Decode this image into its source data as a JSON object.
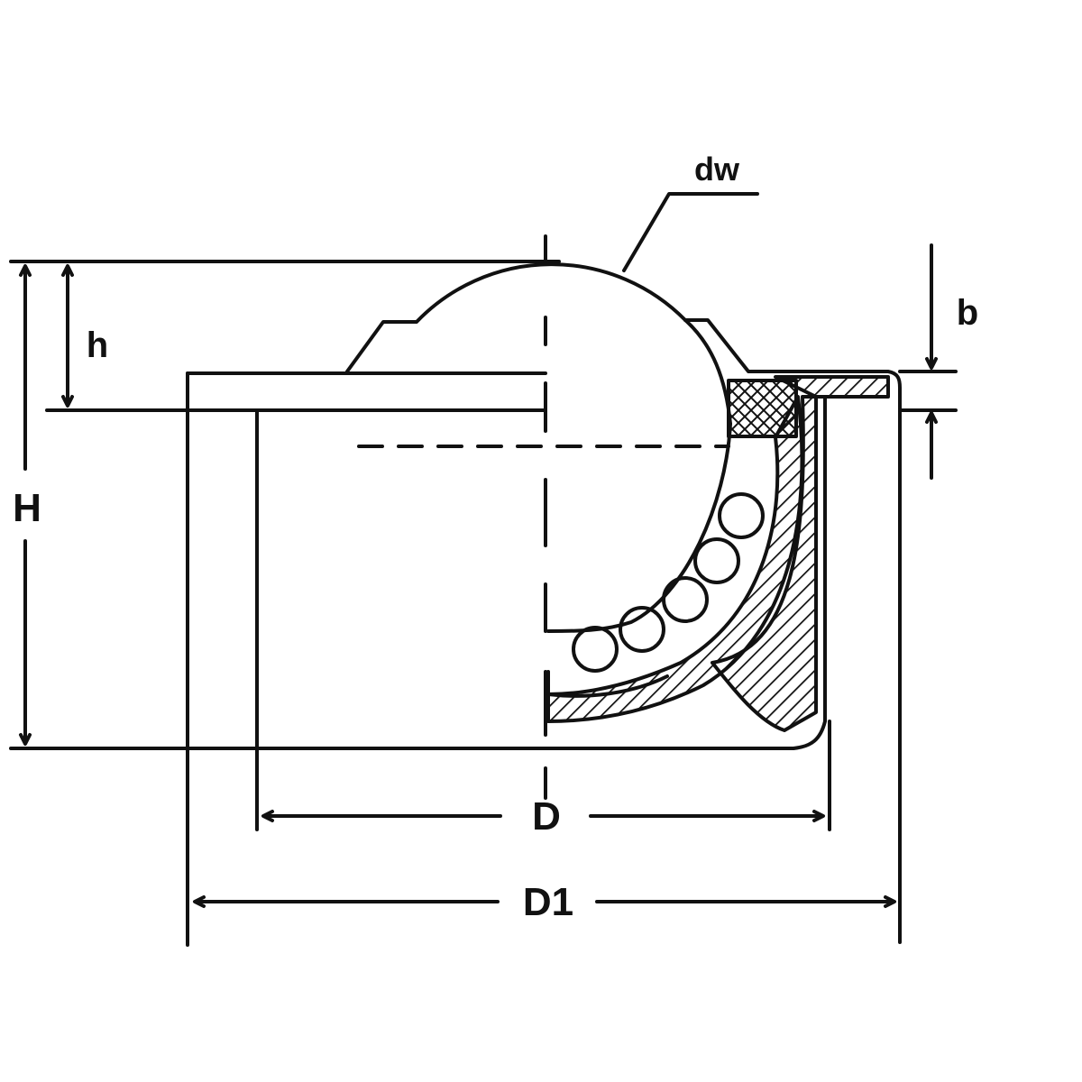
{
  "labels": {
    "ball_diameter": "dw",
    "flange_thickness": "b",
    "ball_protrusion": "h",
    "total_height": "H",
    "body_diameter": "D",
    "flange_diameter": "D1"
  },
  "colors": {
    "line": "#111111",
    "background": "#ffffff"
  }
}
